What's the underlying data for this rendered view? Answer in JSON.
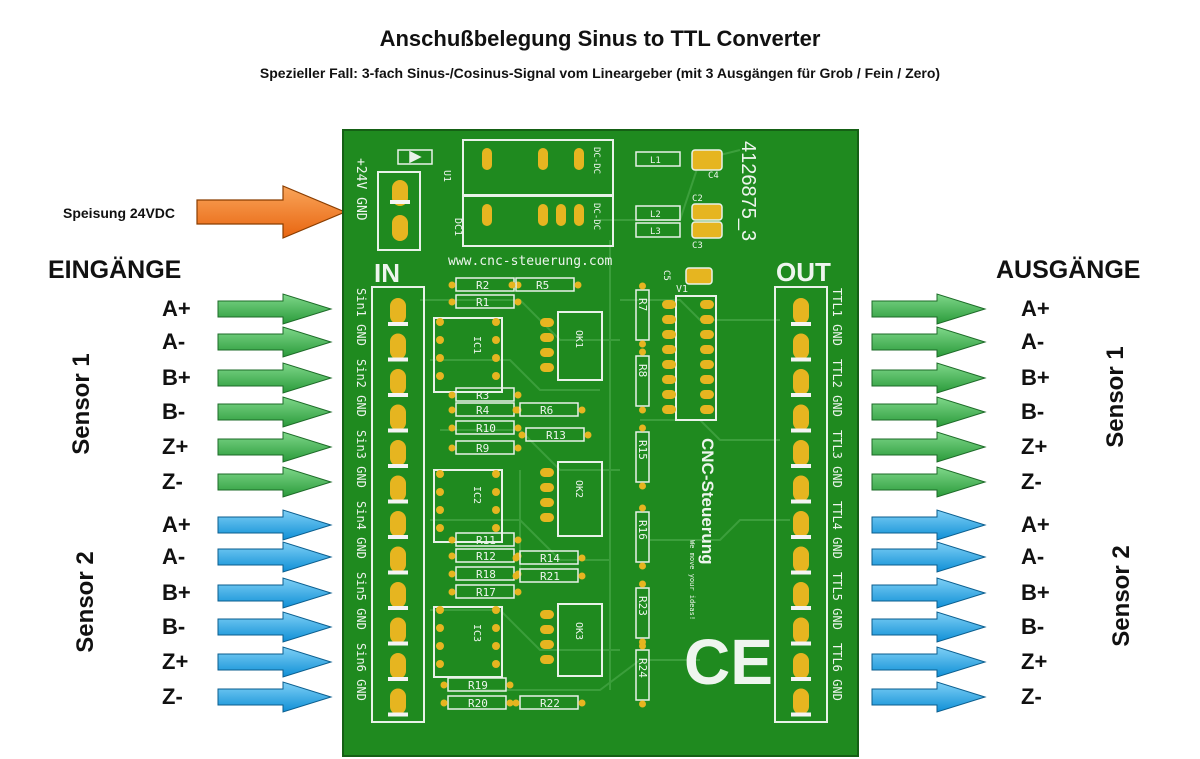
{
  "title": "Anschußbelegung Sinus to TTL Converter",
  "subtitle": "Spezieller Fall: 3-fach Sinus-/Cosinus-Signal vom Lineargeber (mit 3 Ausgängen für Grob / Fein / Zero)",
  "power_label": "Speisung 24VDC",
  "inputs_heading": "EINGÄNGE",
  "outputs_heading": "AUSGÄNGE",
  "sensor1_label": "Sensor 1",
  "sensor2_label": "Sensor 2",
  "signals": [
    "A+",
    "A-",
    "B+",
    "B-",
    "Z+",
    "Z-",
    "A+",
    "A-",
    "B+",
    "B-",
    "Z+",
    "Z-"
  ],
  "colors": {
    "green_arrow": "#3bb54a",
    "blue_arrow": "#1aa3e8",
    "orange_arrow": "#f47c20",
    "pcb": "#1f8a1f",
    "pad": "#e6b520"
  },
  "pcb": {
    "part_number": "4126875_3",
    "website": "www.cnc-steuerung.com",
    "in_label": "IN",
    "out_label": "OUT",
    "power_pins": "+24V GND",
    "input_pins": [
      "Sin1 GND",
      "Sin2 GND",
      "Sin3 GND",
      "Sin4 GND",
      "Sin5 GND",
      "Sin6 GND"
    ],
    "output_pins": [
      "TTL1 GND",
      "TTL2 GND",
      "TTL3 GND",
      "TTL4 GND",
      "TTL5 GND",
      "TTL6 GND"
    ],
    "brand": "CNC-Steuerung",
    "tagline": "We move your ideas!",
    "ce_mark": "CE",
    "parts": {
      "dc1": "DC1",
      "dc_dc": "DC-DC",
      "u1": "U1",
      "l1": "L1",
      "l2": "L2",
      "l3": "L3",
      "c2": "C2",
      "c3": "C3",
      "c4": "C4",
      "c5": "C5",
      "v1": "V1",
      "ic1": "IC1",
      "ic2": "IC2",
      "ic3": "IC3",
      "ok1": "OK1",
      "ok2": "OK2",
      "ok3": "OK3",
      "r1": "R1",
      "r2": "R2",
      "r3": "R3",
      "r4": "R4",
      "r5": "R5",
      "r6": "R6",
      "r7": "R7",
      "r8": "R8",
      "r9": "R9",
      "r10": "R10",
      "r11": "R11",
      "r12": "R12",
      "r13": "R13",
      "r14": "R14",
      "r15": "R15",
      "r16": "R16",
      "r17": "R17",
      "r18": "R18",
      "r19": "R19",
      "r20": "R20",
      "r21": "R21",
      "r22": "R22",
      "r23": "R23",
      "r24": "R24"
    }
  }
}
